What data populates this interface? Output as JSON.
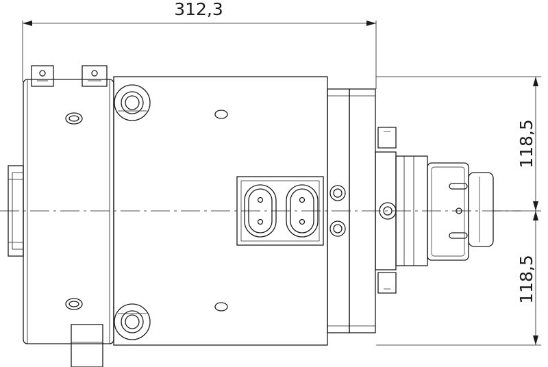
{
  "dimensions": {
    "overall_width": "312,3",
    "upper_half_height": "118,5",
    "lower_half_height": "118,5"
  },
  "colors": {
    "line": "#1a1a1a",
    "background": "#ffffff"
  }
}
